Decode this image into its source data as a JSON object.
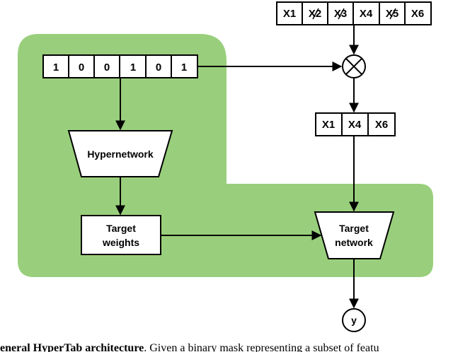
{
  "mask": [
    "1",
    "0",
    "0",
    "1",
    "0",
    "1"
  ],
  "features": [
    "X1",
    "X2",
    "X3",
    "X4",
    "X5",
    "X6"
  ],
  "selected_features": [
    "X1",
    "X4",
    "X6"
  ],
  "hypernetwork_label": "Hypernetwork",
  "target_weights_label": [
    "Target",
    "weights"
  ],
  "target_network_label": [
    "Target",
    "network"
  ],
  "multiply_symbol": "X",
  "output_label": "y",
  "caption": {
    "bold": "eneral HyperTab architecture",
    "rest": ". Given a binary mask representing a subset of featu"
  },
  "colors": {
    "region": "#99cf7c",
    "stroke": "#000000",
    "box": "#ffffff"
  }
}
